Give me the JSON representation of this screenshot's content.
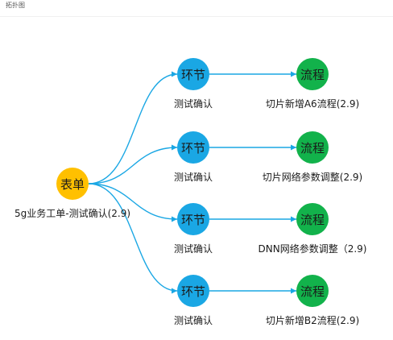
{
  "title": "拓扑图",
  "root": {
    "badge": "表单",
    "label": "5g业务工单-测试确认(2.9)",
    "color": "#ffc000"
  },
  "colors": {
    "edge": "#1aa7e4",
    "step": "#1aa7e4",
    "flow": "#12b24b"
  },
  "branches": [
    {
      "step_badge": "环节",
      "step_label": "测试确认",
      "flow_badge": "流程",
      "flow_label": "切片新增A6流程(2.9)"
    },
    {
      "step_badge": "环节",
      "step_label": "测试确认",
      "flow_badge": "流程",
      "flow_label": "切片网络参数调整(2.9)"
    },
    {
      "step_badge": "环节",
      "step_label": "测试确认",
      "flow_badge": "流程",
      "flow_label": "DNN网络参数调整（2.9)"
    },
    {
      "step_badge": "环节",
      "step_label": "测试确认",
      "flow_badge": "流程",
      "flow_label": "切片新增B2流程(2.9)"
    }
  ]
}
